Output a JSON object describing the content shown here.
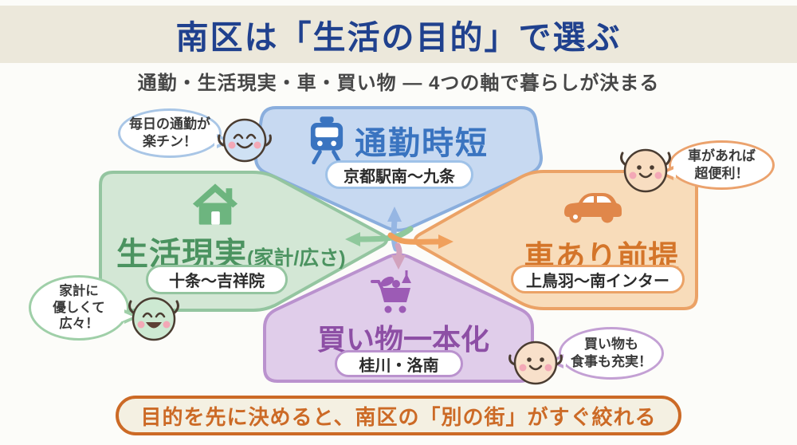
{
  "header": {
    "title": "南区は「生活の目的」で選ぶ",
    "subtitle": "通勤・生活現実・車・買い物 ― 4つの軸で暮らしが決まる"
  },
  "zones": {
    "commute": {
      "label": "通勤時短",
      "area": "京都駅南〜九条",
      "bubble": "毎日の通勤が\n楽チン！",
      "accent": "#3a74c0",
      "fill": "#c7d9f1",
      "border": "#8aaedd"
    },
    "living": {
      "label": "生活現実",
      "label_sub": "(家計/広さ)",
      "area": "十条〜吉祥院",
      "bubble": "家計に\n優しくて\n広々！",
      "accent": "#4b9360",
      "fill": "#d3e7d5",
      "border": "#94c5a0"
    },
    "car": {
      "label": "車あり前提",
      "area": "上鳥羽〜南インター",
      "bubble": "車があれば\n超便利！",
      "accent": "#d4752a",
      "fill": "#f8dcba",
      "border": "#eba266"
    },
    "shopping": {
      "label": "買い物一本化",
      "area": "桂川・洛南",
      "bubble": "買い物も\n食事も充実！",
      "accent": "#8d4fa5",
      "fill": "#e0cdea",
      "border": "#ba92ce"
    }
  },
  "footer": {
    "note": "目的を先に決めると、南区の「別の街」がすぐ絞れる"
  },
  "palette": {
    "title_navy": "#20418e",
    "header_beige": "#ece8db",
    "footer_orange": "#cc6a26",
    "arrow_up_blue": "#96b6e3",
    "arrow_left_green": "#8fc89c",
    "arrow_right_orange": "#f0a05c",
    "arrow_down_purple": "#d2a2bd"
  }
}
